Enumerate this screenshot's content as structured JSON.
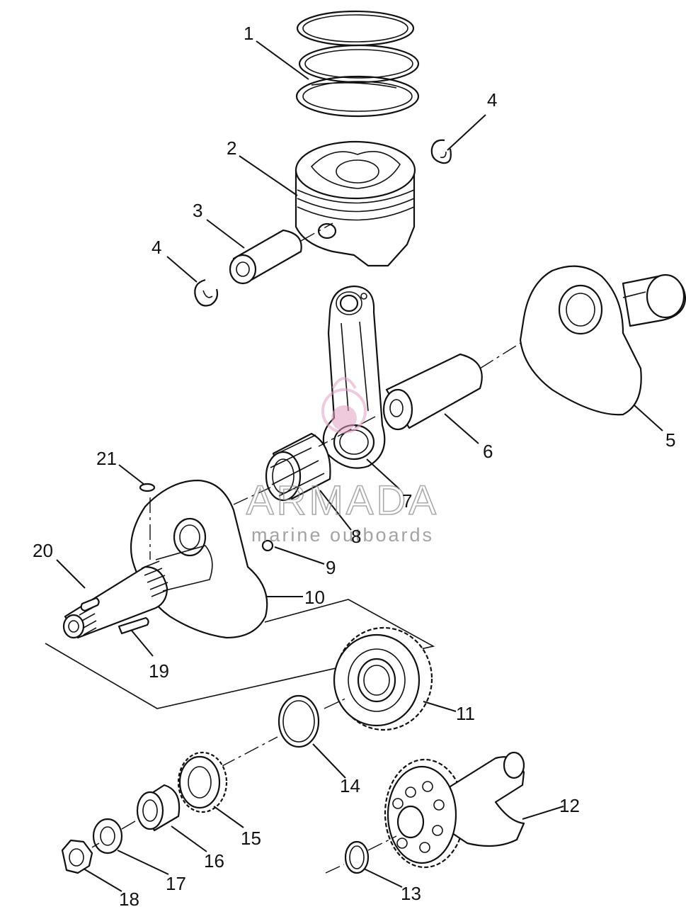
{
  "callouts": {
    "c1": "1",
    "c2": "2",
    "c3": "3",
    "c4a": "4",
    "c4b": "4",
    "c5": "5",
    "c6": "6",
    "c7": "7",
    "c8": "8",
    "c9": "9",
    "c10": "10",
    "c11": "11",
    "c12": "12",
    "c13": "13",
    "c14": "14",
    "c15": "15",
    "c16": "16",
    "c17": "17",
    "c18": "18",
    "c19": "19",
    "c20": "20",
    "c21": "21"
  },
  "watermark": {
    "brand": "ARMADA",
    "tagline": "marine outboards",
    "logo_color": "#e2a0c0"
  }
}
